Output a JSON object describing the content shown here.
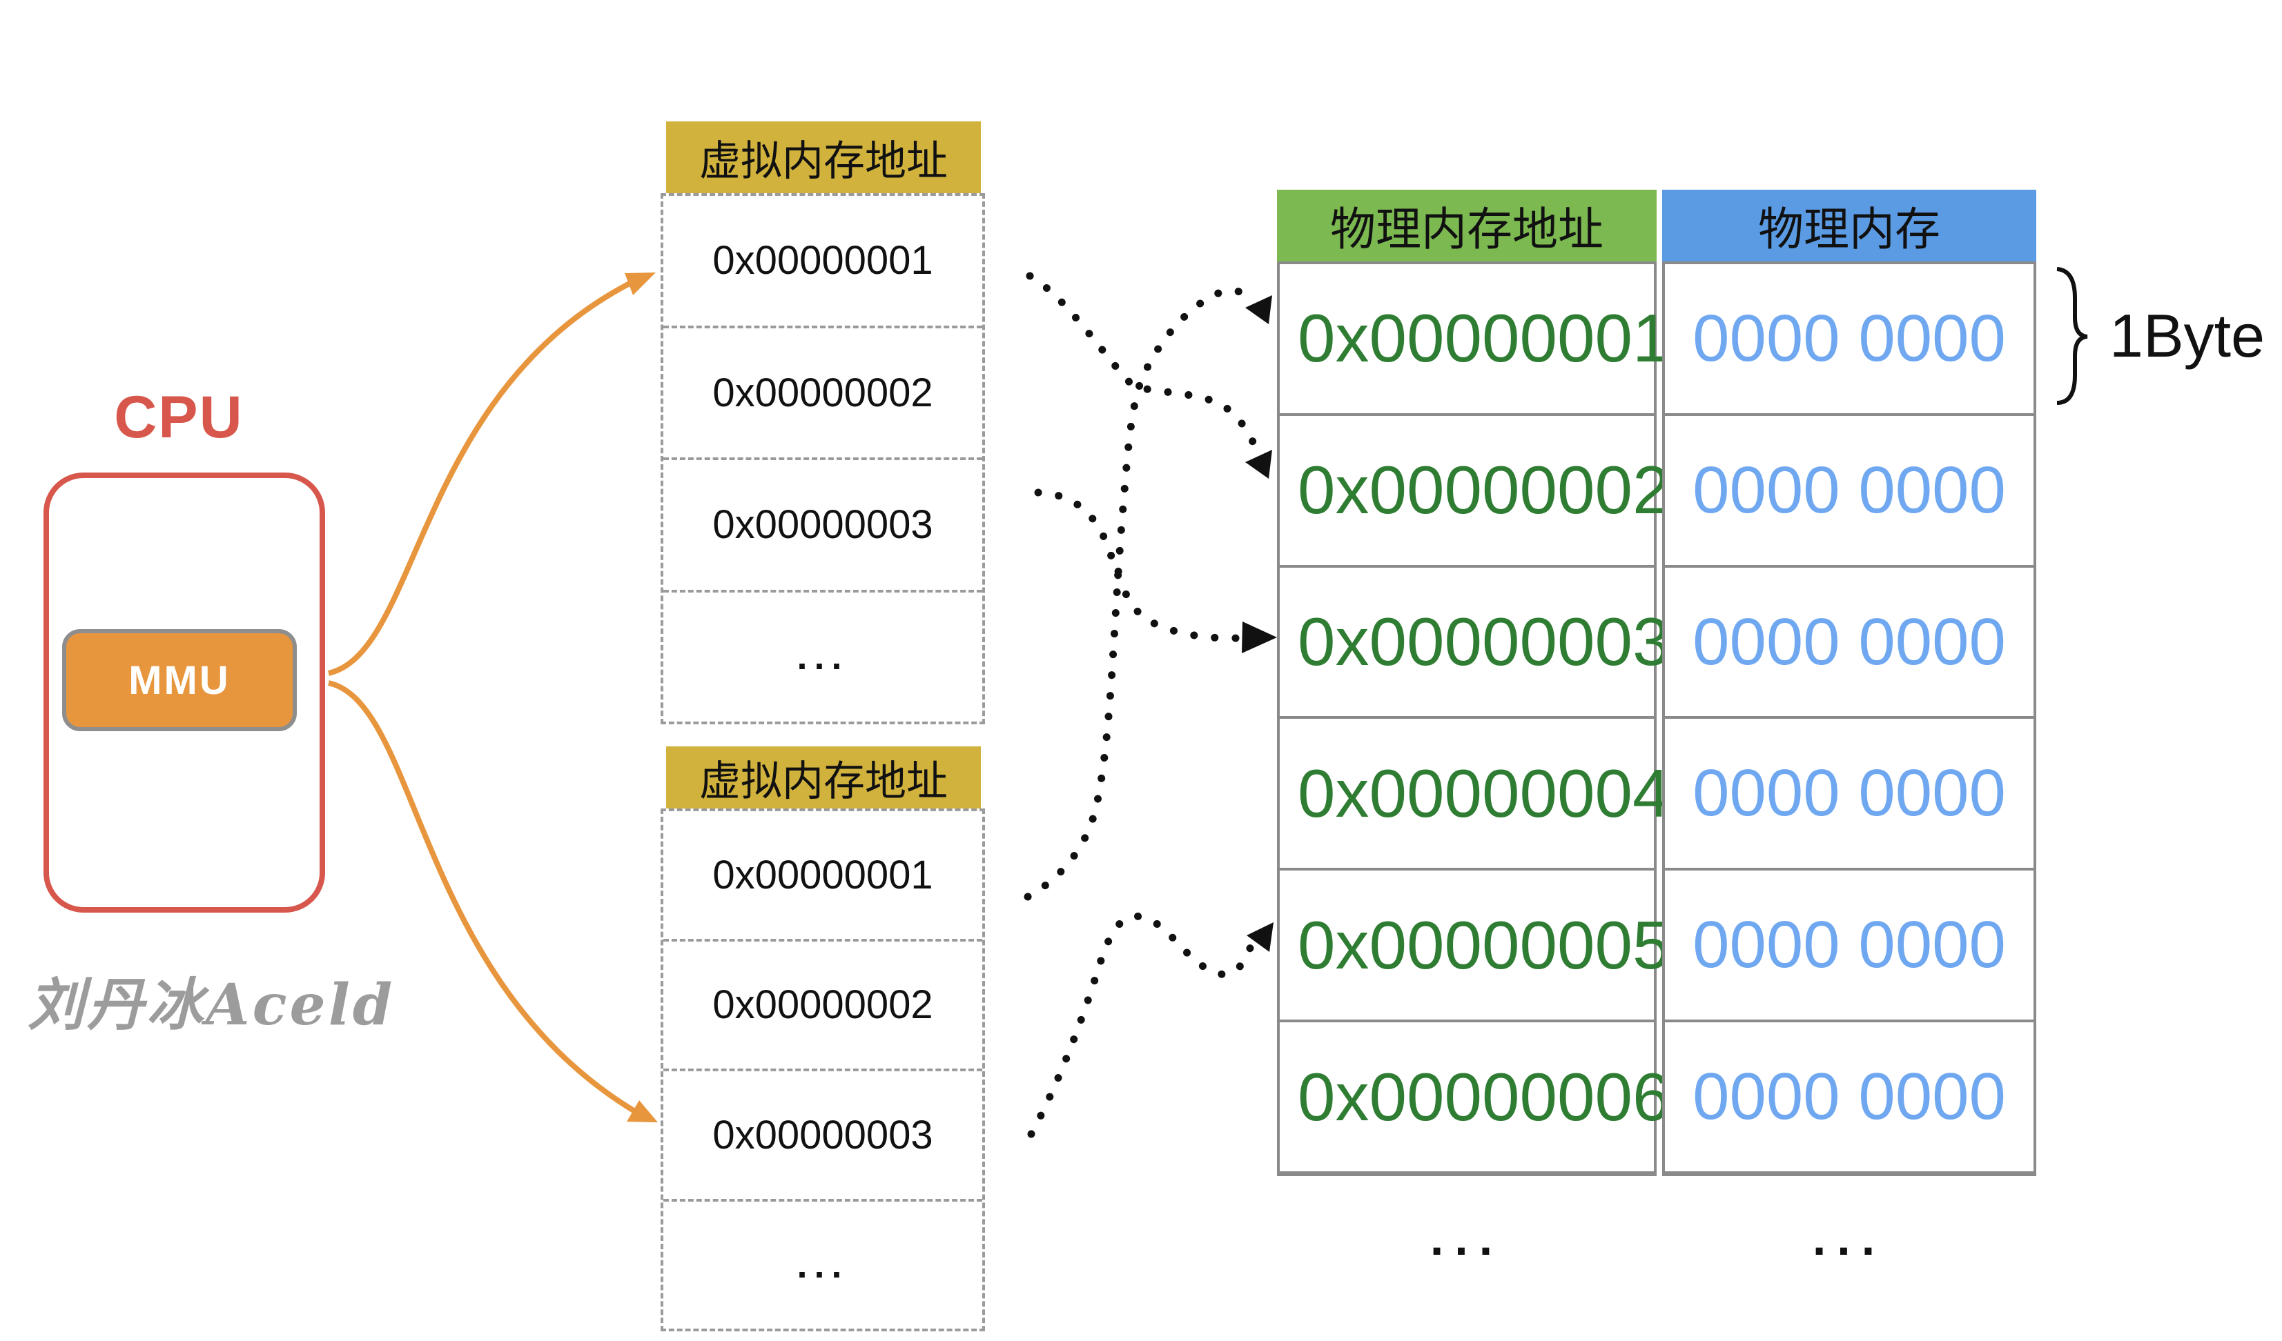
{
  "colors": {
    "red": "#d8574c",
    "orange": "#e8963e",
    "yellow": "#d1b23c",
    "green-header": "#7cb951",
    "blue-header": "#5b9be4",
    "green-text": "#2e7d32",
    "blue-text": "#6fa8f0",
    "border-gray": "#8a8a8a",
    "dash-gray": "#9b9b9b",
    "watermark-gray": "#9c9c9c"
  },
  "cpu": {
    "title": "CPU",
    "mmu_label": "MMU"
  },
  "watermark": "刘丹冰Aceld",
  "virtual_tables": [
    {
      "header": "虚拟内存地址",
      "rows": [
        "0x00000001",
        "0x00000002",
        "0x00000003",
        "..."
      ]
    },
    {
      "header": "虚拟内存地址",
      "rows": [
        "0x00000001",
        "0x00000002",
        "0x00000003",
        "..."
      ]
    }
  ],
  "physical_table": {
    "address_header": "物理内存地址",
    "memory_header": "物理内存",
    "rows": [
      {
        "address": "0x00000001",
        "value": "0000 0000"
      },
      {
        "address": "0x00000002",
        "value": "0000 0000"
      },
      {
        "address": "0x00000003",
        "value": "0000 0000"
      },
      {
        "address": "0x00000004",
        "value": "0000 0000"
      },
      {
        "address": "0x00000005",
        "value": "0000 0000"
      },
      {
        "address": "0x00000006",
        "value": "0000 0000"
      }
    ],
    "address_ellipsis": "...",
    "memory_ellipsis": "..."
  },
  "annotations": {
    "byte_label": "1Byte"
  },
  "mappings": [
    {
      "from": "virtual-table-1 row 0x00000001",
      "to": "physical 0x00000002"
    },
    {
      "from": "virtual-table-1 row 0x00000003",
      "to": "physical 0x00000003"
    },
    {
      "from": "virtual-table-2 row 0x00000001",
      "to": "physical 0x00000001"
    },
    {
      "from": "virtual-table-2 row 0x00000003",
      "to": "physical 0x00000005"
    }
  ]
}
